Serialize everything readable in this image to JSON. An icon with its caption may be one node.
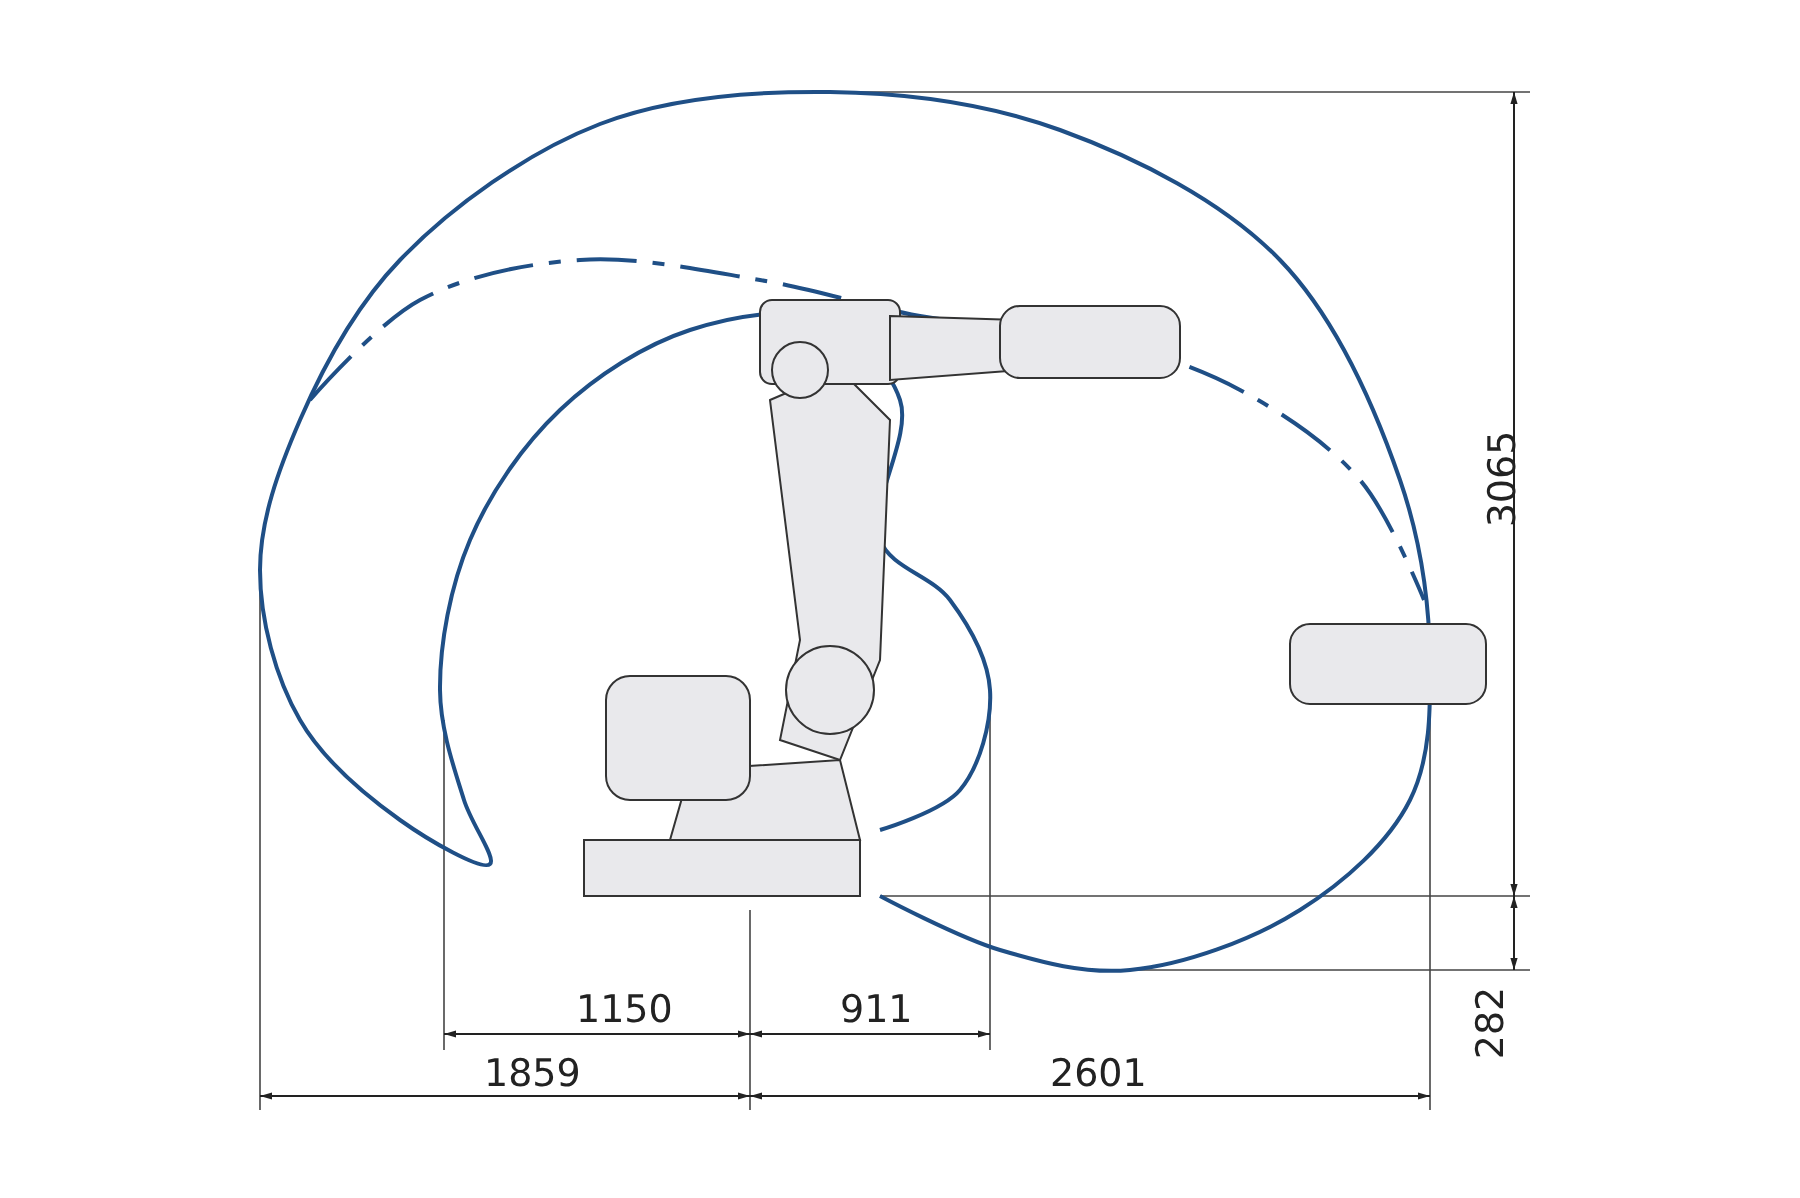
{
  "diagram": {
    "labels": [
      "3065",
      "282",
      "1150",
      "911",
      "1859",
      "2601"
    ]
  }
}
